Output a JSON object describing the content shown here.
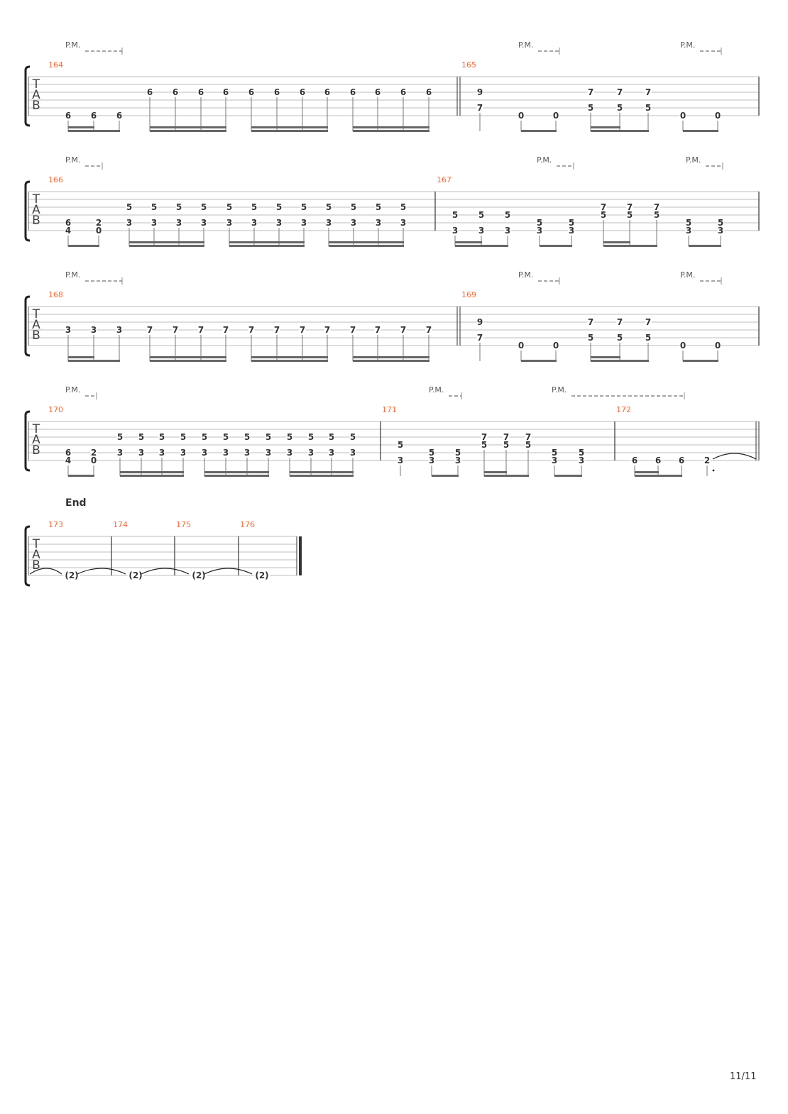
{
  "section_label": "End",
  "page_number": "11/11",
  "clef": [
    "T",
    "A",
    "B"
  ],
  "pm_label": "P.M.",
  "colors": {
    "measure_number": "#f26a36",
    "staff_line": "#bdbdbd",
    "notes": "#333333"
  },
  "systems": [
    {
      "measures": [
        {
          "number": "164",
          "notes": [
            {
              "d": 16,
              "f": {
                "6": "6"
              }
            },
            {
              "d": 16,
              "f": {
                "6": "6"
              }
            },
            {
              "d": 8,
              "f": {
                "6": "6"
              }
            },
            {
              "d": 16,
              "f": {
                "3": "6"
              }
            },
            {
              "d": 16,
              "f": {
                "3": "6"
              }
            },
            {
              "d": 16,
              "f": {
                "3": "6"
              }
            },
            {
              "d": 16,
              "f": {
                "3": "6"
              }
            },
            {
              "d": 16,
              "f": {
                "3": "6"
              }
            },
            {
              "d": 16,
              "f": {
                "3": "6"
              }
            },
            {
              "d": 16,
              "f": {
                "3": "6"
              }
            },
            {
              "d": 16,
              "f": {
                "3": "6"
              }
            },
            {
              "d": 16,
              "f": {
                "3": "6"
              }
            },
            {
              "d": 16,
              "f": {
                "3": "6"
              }
            },
            {
              "d": 16,
              "f": {
                "3": "6"
              }
            },
            {
              "d": 16,
              "f": {
                "3": "6"
              }
            }
          ],
          "groups": [
            [
              0,
              1,
              2
            ],
            [
              3,
              4,
              5,
              6
            ],
            [
              7,
              8,
              9,
              10
            ],
            [
              11,
              12,
              13,
              14
            ]
          ]
        },
        {
          "number": "165",
          "notes": [
            {
              "d": 4,
              "f": {
                "3": "9",
                "5": "7"
              }
            },
            {
              "d": 8,
              "f": {
                "6": "0"
              }
            },
            {
              "d": 8,
              "f": {
                "6": "0"
              }
            },
            {
              "d": 16,
              "f": {
                "3": "7",
                "5": "5"
              }
            },
            {
              "d": 16,
              "f": {
                "3": "7",
                "5": "5"
              }
            },
            {
              "d": 8,
              "f": {
                "3": "7",
                "5": "5"
              }
            },
            {
              "d": 8,
              "f": {
                "6": "0"
              }
            },
            {
              "d": 8,
              "f": {
                "6": "0"
              }
            }
          ],
          "groups": [
            [
              1,
              2
            ],
            [
              3,
              4,
              5
            ],
            [
              6,
              7
            ]
          ]
        }
      ]
    },
    {
      "measures": [
        {
          "number": "166",
          "notes": [
            {
              "d": 8,
              "f": {
                "5": "6",
                "6": "4"
              }
            },
            {
              "d": 8,
              "f": {
                "5": "2",
                "6": "0"
              }
            },
            {
              "d": 16,
              "f": {
                "3": "5",
                "5": "3"
              }
            },
            {
              "d": 16,
              "f": {
                "3": "5",
                "5": "3"
              }
            },
            {
              "d": 16,
              "f": {
                "3": "5",
                "5": "3"
              }
            },
            {
              "d": 16,
              "f": {
                "3": "5",
                "5": "3"
              }
            },
            {
              "d": 16,
              "f": {
                "3": "5",
                "5": "3"
              }
            },
            {
              "d": 16,
              "f": {
                "3": "5",
                "5": "3"
              }
            },
            {
              "d": 16,
              "f": {
                "3": "5",
                "5": "3"
              }
            },
            {
              "d": 16,
              "f": {
                "3": "5",
                "5": "3"
              }
            },
            {
              "d": 16,
              "f": {
                "3": "5",
                "5": "3"
              }
            },
            {
              "d": 16,
              "f": {
                "3": "5",
                "5": "3"
              }
            },
            {
              "d": 16,
              "f": {
                "3": "5",
                "5": "3"
              }
            },
            {
              "d": 16,
              "f": {
                "3": "5",
                "5": "3"
              }
            }
          ],
          "groups": [
            [
              0,
              1
            ],
            [
              2,
              3,
              4,
              5
            ],
            [
              6,
              7,
              8,
              9
            ],
            [
              10,
              11,
              12,
              13
            ]
          ]
        },
        {
          "number": "167",
          "notes": [
            {
              "d": 16,
              "f": {
                "4": "5",
                "6": "3"
              }
            },
            {
              "d": 16,
              "f": {
                "4": "5",
                "6": "3"
              }
            },
            {
              "d": 8,
              "f": {
                "4": "5",
                "6": "3"
              }
            },
            {
              "d": 8,
              "f": {
                "5": "5",
                "6": "3"
              }
            },
            {
              "d": 8,
              "f": {
                "5": "5",
                "6": "3"
              }
            },
            {
              "d": 16,
              "f": {
                "3": "7",
                "4": "5"
              }
            },
            {
              "d": 16,
              "f": {
                "3": "7",
                "4": "5"
              }
            },
            {
              "d": 8,
              "f": {
                "3": "7",
                "4": "5"
              }
            },
            {
              "d": 8,
              "f": {
                "5": "5",
                "6": "3"
              }
            },
            {
              "d": 8,
              "f": {
                "5": "5",
                "6": "3"
              }
            }
          ],
          "groups": [
            [
              0,
              1,
              2
            ],
            [
              3,
              4
            ],
            [
              5,
              6,
              7
            ],
            [
              8,
              9
            ]
          ]
        }
      ]
    },
    {
      "measures": [
        {
          "number": "168",
          "notes": [
            {
              "d": 16,
              "f": {
                "4": "3"
              }
            },
            {
              "d": 16,
              "f": {
                "4": "3"
              }
            },
            {
              "d": 8,
              "f": {
                "4": "3"
              }
            },
            {
              "d": 16,
              "f": {
                "4": "7"
              }
            },
            {
              "d": 16,
              "f": {
                "4": "7"
              }
            },
            {
              "d": 16,
              "f": {
                "4": "7"
              }
            },
            {
              "d": 16,
              "f": {
                "4": "7"
              }
            },
            {
              "d": 16,
              "f": {
                "4": "7"
              }
            },
            {
              "d": 16,
              "f": {
                "4": "7"
              }
            },
            {
              "d": 16,
              "f": {
                "4": "7"
              }
            },
            {
              "d": 16,
              "f": {
                "4": "7"
              }
            },
            {
              "d": 16,
              "f": {
                "4": "7"
              }
            },
            {
              "d": 16,
              "f": {
                "4": "7"
              }
            },
            {
              "d": 16,
              "f": {
                "4": "7"
              }
            },
            {
              "d": 16,
              "f": {
                "4": "7"
              }
            }
          ],
          "groups": [
            [
              0,
              1,
              2
            ],
            [
              3,
              4,
              5,
              6
            ],
            [
              7,
              8,
              9,
              10
            ],
            [
              11,
              12,
              13,
              14
            ]
          ]
        },
        {
          "number": "169",
          "notes": [
            {
              "d": 4,
              "f": {
                "3": "9",
                "5": "7"
              }
            },
            {
              "d": 8,
              "f": {
                "6": "0"
              }
            },
            {
              "d": 8,
              "f": {
                "6": "0"
              }
            },
            {
              "d": 16,
              "f": {
                "3": "7",
                "5": "5"
              }
            },
            {
              "d": 16,
              "f": {
                "3": "7",
                "5": "5"
              }
            },
            {
              "d": 8,
              "f": {
                "3": "7",
                "5": "5"
              }
            },
            {
              "d": 8,
              "f": {
                "6": "0"
              }
            },
            {
              "d": 8,
              "f": {
                "6": "0"
              }
            }
          ],
          "groups": [
            [
              1,
              2
            ],
            [
              3,
              4,
              5
            ],
            [
              6,
              7
            ]
          ]
        }
      ]
    },
    {
      "measures": [
        {
          "number": "170",
          "notes": [
            {
              "d": 8,
              "f": {
                "5": "6",
                "6": "4"
              }
            },
            {
              "d": 8,
              "f": {
                "5": "2",
                "6": "0"
              }
            },
            {
              "d": 16,
              "f": {
                "3": "5",
                "5": "3"
              }
            },
            {
              "d": 16,
              "f": {
                "3": "5",
                "5": "3"
              }
            },
            {
              "d": 16,
              "f": {
                "3": "5",
                "5": "3"
              }
            },
            {
              "d": 16,
              "f": {
                "3": "5",
                "5": "3"
              }
            },
            {
              "d": 16,
              "f": {
                "3": "5",
                "5": "3"
              }
            },
            {
              "d": 16,
              "f": {
                "3": "5",
                "5": "3"
              }
            },
            {
              "d": 16,
              "f": {
                "3": "5",
                "5": "3"
              }
            },
            {
              "d": 16,
              "f": {
                "3": "5",
                "5": "3"
              }
            },
            {
              "d": 16,
              "f": {
                "3": "5",
                "5": "3"
              }
            },
            {
              "d": 16,
              "f": {
                "3": "5",
                "5": "3"
              }
            },
            {
              "d": 16,
              "f": {
                "3": "5",
                "5": "3"
              }
            },
            {
              "d": 16,
              "f": {
                "3": "5",
                "5": "3"
              }
            }
          ],
          "groups": [
            [
              0,
              1
            ],
            [
              2,
              3,
              4,
              5
            ],
            [
              6,
              7,
              8,
              9
            ],
            [
              10,
              11,
              12,
              13
            ]
          ]
        },
        {
          "number": "171",
          "notes": [
            {
              "d": 4,
              "f": {
                "4": "5",
                "6": "3"
              }
            },
            {
              "d": 8,
              "f": {
                "5": "5",
                "6": "3"
              }
            },
            {
              "d": 8,
              "f": {
                "5": "5",
                "6": "3"
              }
            },
            {
              "d": 16,
              "f": {
                "3": "7",
                "4": "5"
              }
            },
            {
              "d": 16,
              "f": {
                "3": "7",
                "4": "5"
              }
            },
            {
              "d": 8,
              "f": {
                "3": "7",
                "4": "5"
              }
            },
            {
              "d": 8,
              "f": {
                "5": "5",
                "6": "3"
              }
            },
            {
              "d": 8,
              "f": {
                "5": "5",
                "6": "3"
              }
            }
          ],
          "groups": [
            [
              1,
              2
            ],
            [
              3,
              4,
              5
            ],
            [
              6,
              7
            ]
          ]
        },
        {
          "number": "172",
          "notes": [
            {
              "d": 16,
              "f": {
                "6": "6"
              }
            },
            {
              "d": 16,
              "f": {
                "6": "6"
              }
            },
            {
              "d": 8,
              "f": {
                "6": "6"
              }
            },
            {
              "d": 4,
              "dot": true,
              "tie": true,
              "f": {
                "6": "2"
              }
            }
          ],
          "groups": [
            [
              0,
              1,
              2
            ]
          ]
        }
      ]
    },
    {
      "measures": [
        {
          "number": "173",
          "notes": [
            {
              "d": 0,
              "tie": true,
              "f": {
                "6": "(2)"
              }
            }
          ],
          "groups": []
        },
        {
          "number": "174",
          "notes": [
            {
              "d": 0,
              "tie": true,
              "f": {
                "6": "(2)"
              }
            }
          ],
          "groups": []
        },
        {
          "number": "175",
          "notes": [
            {
              "d": 0,
              "tie": true,
              "f": {
                "6": "(2)"
              }
            }
          ],
          "groups": []
        },
        {
          "number": "176",
          "notes": [
            {
              "d": 0,
              "f": {
                "6": "(2)"
              }
            }
          ],
          "groups": []
        }
      ]
    }
  ]
}
